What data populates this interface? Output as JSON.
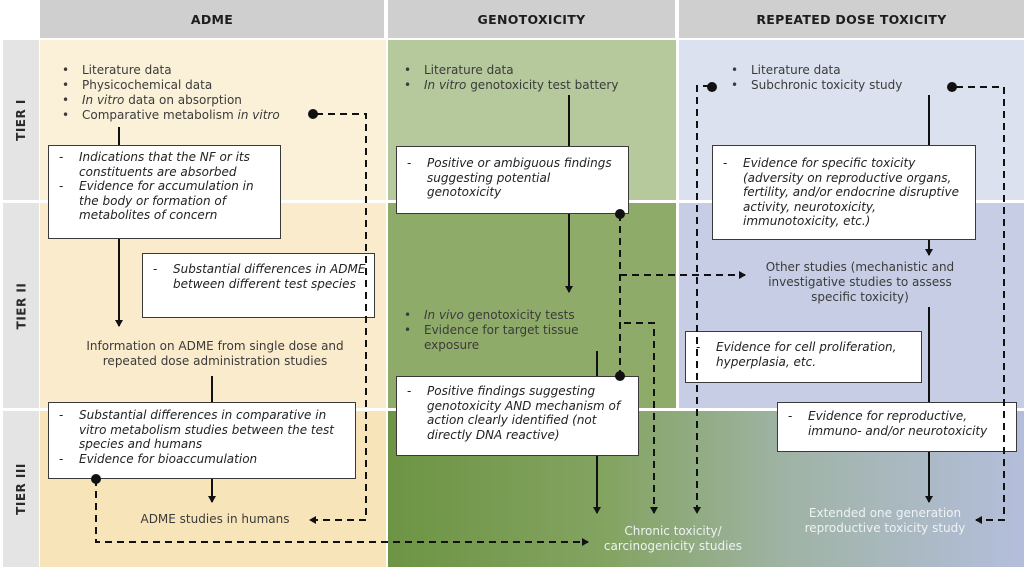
{
  "columns": {
    "adme": "ADME",
    "genotoxicity": "GENOTOXICITY",
    "repeated_dose": "REPEATED DOSE TOXICITY"
  },
  "tiers": [
    "TIER I",
    "TIER II",
    "TIER III"
  ],
  "colors": {
    "header_bg": "#cfcfcf",
    "tier_label_bg": "#e4e4e4",
    "adme_tier1": "#fbf1d9",
    "adme_tier2": "#f9ebcb",
    "adme_tier3": "#f7e4b8",
    "geno_tier1": "#b5c99c",
    "geno_tier2": "#8fab69",
    "geno_tier3": "#6d9444",
    "rdt_tier1": "#dbe1ee",
    "rdt_tier2": "#c6cde4",
    "rdt_tier3": "#b4bedc"
  },
  "adme": {
    "tier1_list": [
      {
        "pre": "",
        "italic": "",
        "post": "Literature data"
      },
      {
        "pre": "",
        "italic": "",
        "post": "Physicochemical data"
      },
      {
        "pre": "",
        "italic": "In vitro",
        "post": " data on absorption"
      },
      {
        "pre": "Comparative metabolism ",
        "italic": "in vitro",
        "post": ""
      }
    ],
    "box1": [
      "Indications that the NF or its constituents are absorbed",
      "Evidence for accumulation in the body or formation of metabolites of concern"
    ],
    "box2": [
      "Substantial differences in ADME between different test species"
    ],
    "info_text": "Information on ADME from single dose and repeated dose administration studies",
    "box3": [
      "Substantial differences in comparative in vitro metabolism studies between the test species and humans",
      "Evidence for bioaccumulation"
    ],
    "final": "ADME studies in humans"
  },
  "genotoxicity": {
    "tier1_list": [
      {
        "pre": "",
        "italic": "",
        "post": "Literature data"
      },
      {
        "pre": "",
        "italic": "In vitro",
        "post": " genotoxicity test battery"
      }
    ],
    "box1": [
      "Positive or ambiguous findings suggesting potential genotoxicity"
    ],
    "tier2_list": [
      {
        "pre": "",
        "italic": "In vivo",
        "post": " genotoxicity tests"
      },
      {
        "pre": "",
        "italic": "",
        "post": "Evidence for target tissue exposure"
      }
    ],
    "box2": [
      "Positive findings suggesting genotoxicity AND mechanism of action clearly identified (not directly DNA reactive)"
    ],
    "final": "Chronic toxicity/ carcinogenicity studies"
  },
  "repeated_dose": {
    "tier1_list": [
      {
        "pre": "",
        "italic": "",
        "post": "Literature data"
      },
      {
        "pre": "",
        "italic": "",
        "post": "Subchronic toxicity study"
      }
    ],
    "box1": [
      "Evidence for specific toxicity (adversity on reproductive organs, fertility, and/or endocrine disruptive activity, neurotoxicity, immunotoxicity, etc.)"
    ],
    "other_studies": "Other studies (mechanistic and investigative studies to assess specific toxicity)",
    "box2": [
      "Evidence for cell proliferation, hyperplasia, etc."
    ],
    "box3": [
      "Evidence for reproductive, immuno- and/or neurotoxicity"
    ],
    "final": "Extended one generation reproductive toxicity study"
  }
}
